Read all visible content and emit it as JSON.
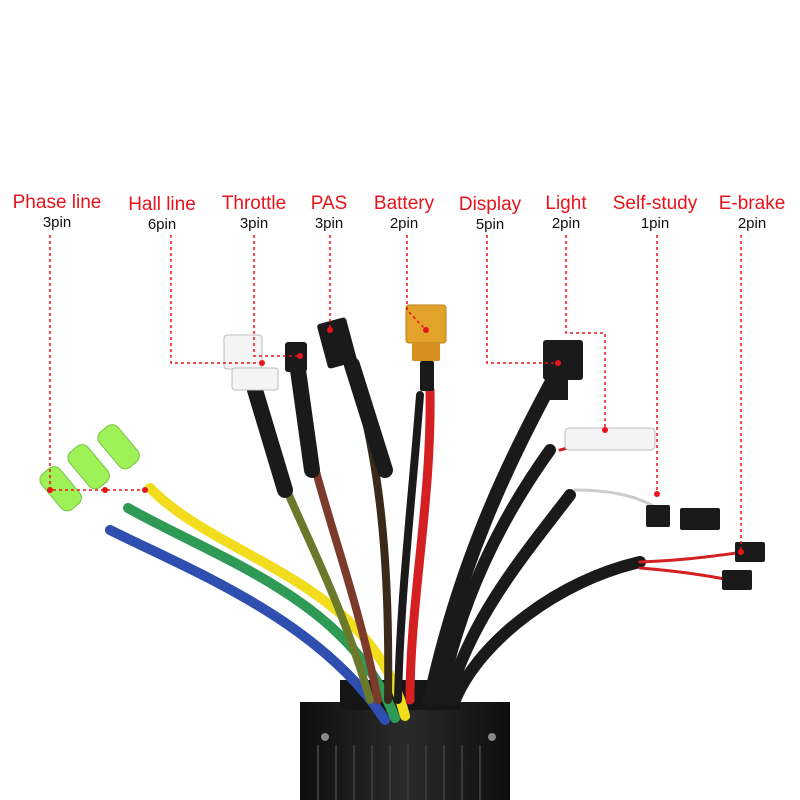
{
  "labels": [
    {
      "name": "Phase line",
      "pins": "3pin"
    },
    {
      "name": "Hall line",
      "pins": "6pin"
    },
    {
      "name": "Throttle",
      "pins": "3pin"
    },
    {
      "name": "PAS",
      "pins": "3pin"
    },
    {
      "name": "Battery",
      "pins": "2pin"
    },
    {
      "name": "Display",
      "pins": "5pin"
    },
    {
      "name": "Light",
      "pins": "2pin"
    },
    {
      "name": "Self-study",
      "pins": "1pin"
    },
    {
      "name": "E-brake",
      "pins": "2pin"
    }
  ],
  "colors": {
    "label": "#e8131b",
    "pin_text": "#111111",
    "leader_line": "#e8131b",
    "phase_yellow": "#f2dc1e",
    "phase_green": "#2f9a55",
    "phase_blue": "#2f4fb0",
    "cable_black": "#1a1a1a",
    "cable_red": "#d42020",
    "connector_green": "#8ef03a",
    "connector_orange": "#e3a22a",
    "controller_body": "#1c1c1c"
  }
}
